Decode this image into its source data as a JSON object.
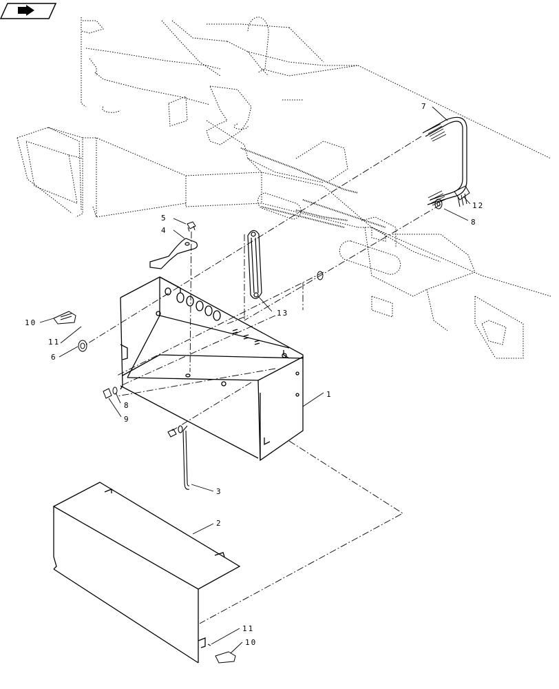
{
  "nav": {
    "icon": "next-page-arrow-icon"
  },
  "callouts": [
    {
      "id": "c7",
      "label": "7"
    },
    {
      "id": "c12",
      "label": "12"
    },
    {
      "id": "c8a",
      "label": "8"
    },
    {
      "id": "c5",
      "label": "5"
    },
    {
      "id": "c4",
      "label": "4"
    },
    {
      "id": "c13",
      "label": "13"
    },
    {
      "id": "c10a",
      "label": "10"
    },
    {
      "id": "c11a",
      "label": "11"
    },
    {
      "id": "c6",
      "label": "6"
    },
    {
      "id": "c8b",
      "label": "8"
    },
    {
      "id": "c9",
      "label": "9"
    },
    {
      "id": "c1",
      "label": "1"
    },
    {
      "id": "c3",
      "label": "3"
    },
    {
      "id": "c2",
      "label": "2"
    },
    {
      "id": "c11b",
      "label": "11"
    },
    {
      "id": "c10b",
      "label": "10"
    }
  ]
}
